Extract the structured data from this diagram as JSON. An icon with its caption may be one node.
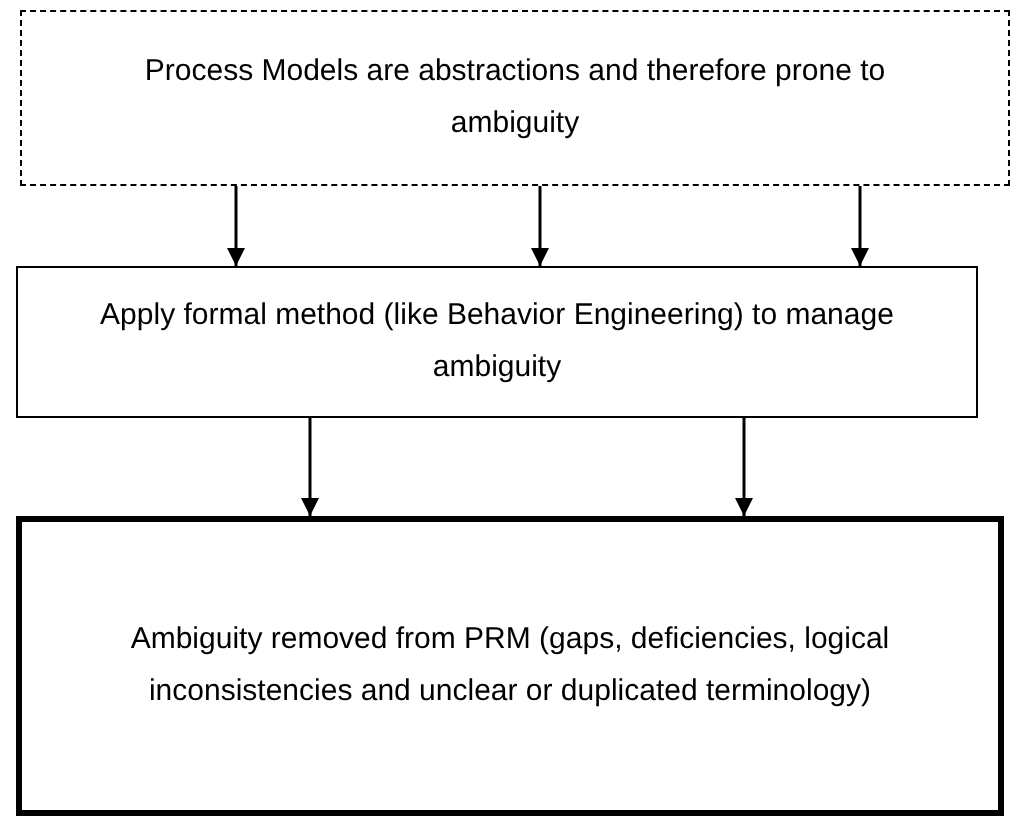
{
  "diagram": {
    "nodes": [
      {
        "text": [
          "Process Models are abstractions and therefore prone to ambiguity"
        ]
      },
      {
        "text": [
          "Apply formal method (like Behavior Engineering) to manage ambiguity"
        ]
      },
      {
        "text": [
          "Ambiguity removed from PRM (gaps, deficiencies, logical inconsistencies and unclear or duplicated terminology)"
        ]
      }
    ],
    "edges": [
      {
        "from": 0,
        "to": 1,
        "arrow": "to"
      },
      {
        "from": 0,
        "to": 1,
        "arrow": "to"
      },
      {
        "from": 0,
        "to": 1,
        "arrow": "to"
      },
      {
        "from": 1,
        "to": 2,
        "arrow": "to"
      },
      {
        "from": 1,
        "to": 2,
        "arrow": "to"
      }
    ]
  }
}
